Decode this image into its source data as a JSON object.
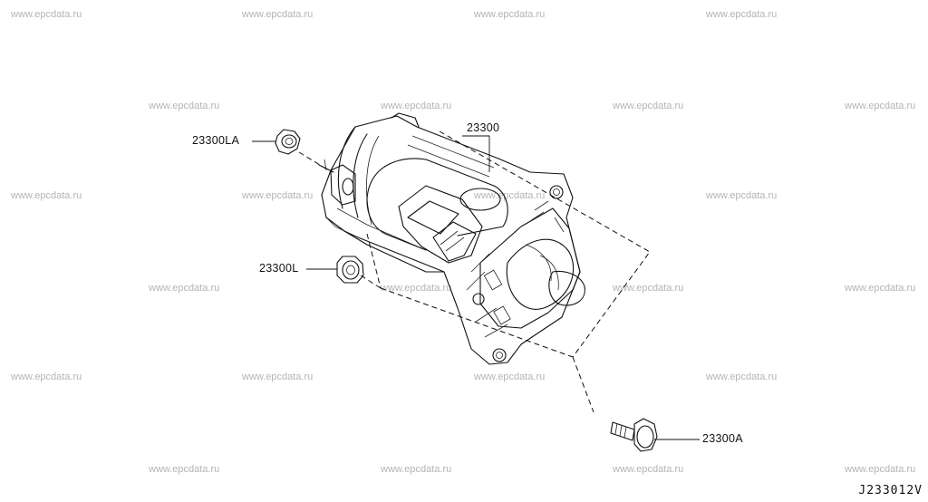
{
  "watermark": "www.epcdata.ru",
  "callouts": {
    "bracket_nut": "23300LA",
    "nut": "23300L",
    "starter_motor": "23300",
    "bolt": "23300A"
  },
  "diagram_code": "J233012V"
}
